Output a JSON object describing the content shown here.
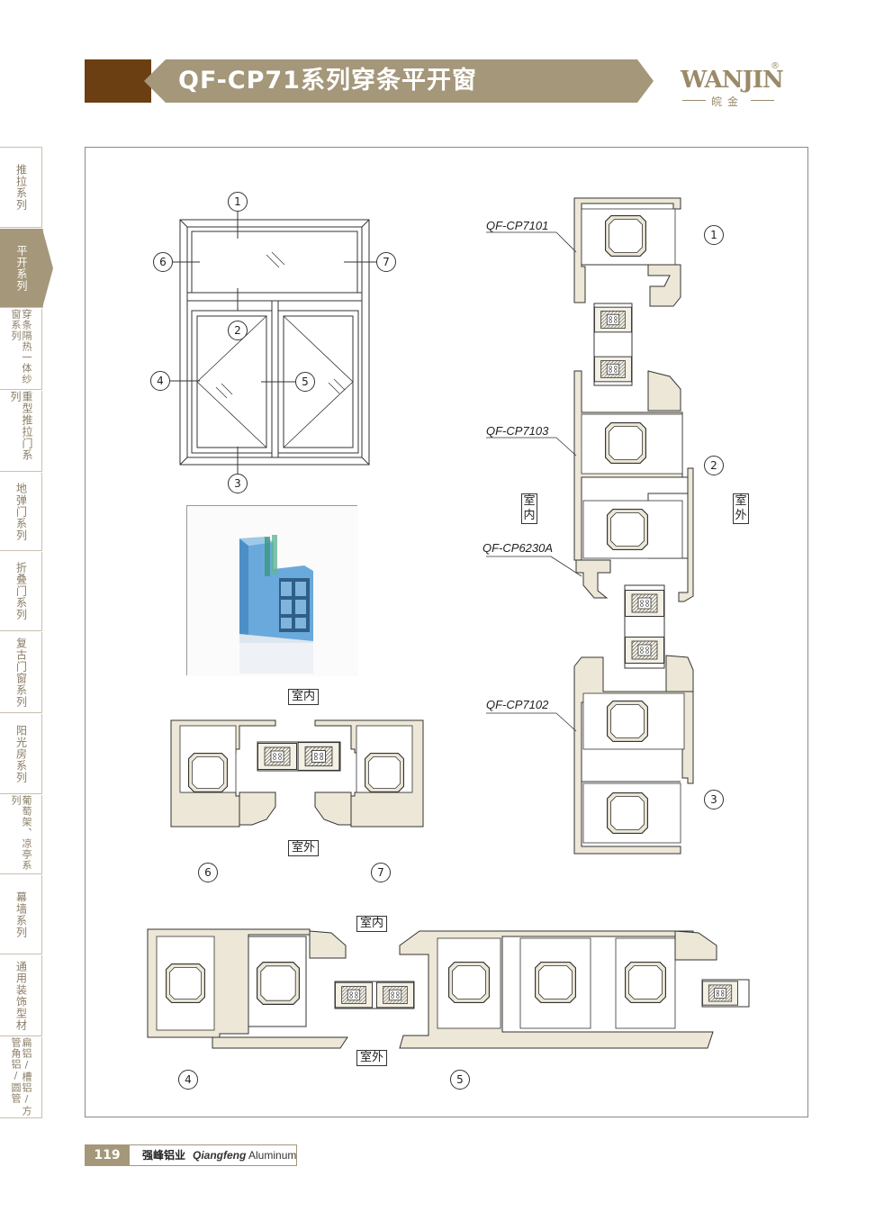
{
  "header": {
    "title": "QF-CP71系列穿条平开窗",
    "logo_text": "WANJIN",
    "logo_reg": "®",
    "logo_sub": "皖金"
  },
  "sidebar": {
    "tabs": [
      {
        "label": "推拉系列"
      },
      {
        "label": "平开系列"
      },
      {
        "label": "穿条隔热一体纱窗系列"
      },
      {
        "label": "重型推拉门系列"
      },
      {
        "label": "地弹门系列"
      },
      {
        "label": "折叠门系列"
      },
      {
        "label": "复古门窗系列"
      },
      {
        "label": "阳光房系列"
      },
      {
        "label": "葡萄架、凉亭系列"
      },
      {
        "label": "幕墙系列"
      },
      {
        "label": "通用装饰型材"
      },
      {
        "label": "扁铝/槽铝/方管角铝/圆管"
      }
    ],
    "active_index": 1
  },
  "diagram": {
    "window_markers": [
      "1",
      "2",
      "3",
      "4",
      "5",
      "6",
      "7"
    ],
    "profiles": [
      {
        "code": "QF-CP7101",
        "marker": "1"
      },
      {
        "code": "QF-CP7103",
        "marker": "2"
      },
      {
        "code": "QF-CP6230A",
        "marker": ""
      },
      {
        "code": "QF-CP7102",
        "marker": "3"
      }
    ],
    "indoor": "室内",
    "outdoor": "室外",
    "indoor_v1": "室",
    "indoor_v2": "内",
    "outdoor_v1": "室",
    "outdoor_v2": "外",
    "section_markers": {
      "left": "6",
      "right": "7",
      "bottom_left": "4",
      "bottom_right": "5"
    }
  },
  "footer": {
    "page": "119",
    "company": "强峰铝业",
    "company_en_bold": "Qiangfeng",
    "company_en": "Aluminum"
  },
  "colors": {
    "brand_brown": "#6b3f12",
    "brand_tan": "#a4977a",
    "profile_fill": "#ece7d6"
  }
}
